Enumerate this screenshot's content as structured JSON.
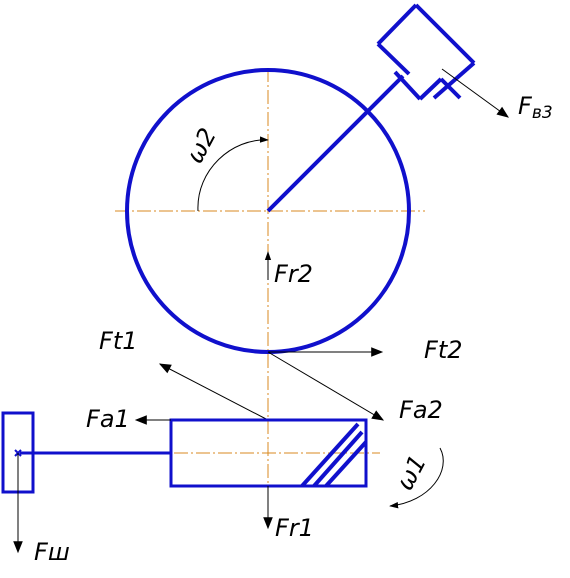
{
  "labels": {
    "fv3": {
      "main": "F",
      "sub": "в3"
    },
    "omega2": {
      "main": "ω",
      "sub": "2"
    },
    "fr2": {
      "main": "F",
      "sub": "r2"
    },
    "ft1": {
      "main": "F",
      "sub": "t1"
    },
    "ft2": {
      "main": "F",
      "sub": "t2"
    },
    "fa1": {
      "main": "F",
      "sub": "a1"
    },
    "fa2": {
      "main": "F",
      "sub": "a2"
    },
    "omega1": {
      "main": "ω",
      "sub": "1"
    },
    "fr1": {
      "main": "F",
      "sub": "r1"
    },
    "fsh": {
      "main": "F",
      "sub": "ш"
    }
  },
  "colors": {
    "part": "#1010cc",
    "axis": "#d98a20",
    "force": "#000000"
  }
}
